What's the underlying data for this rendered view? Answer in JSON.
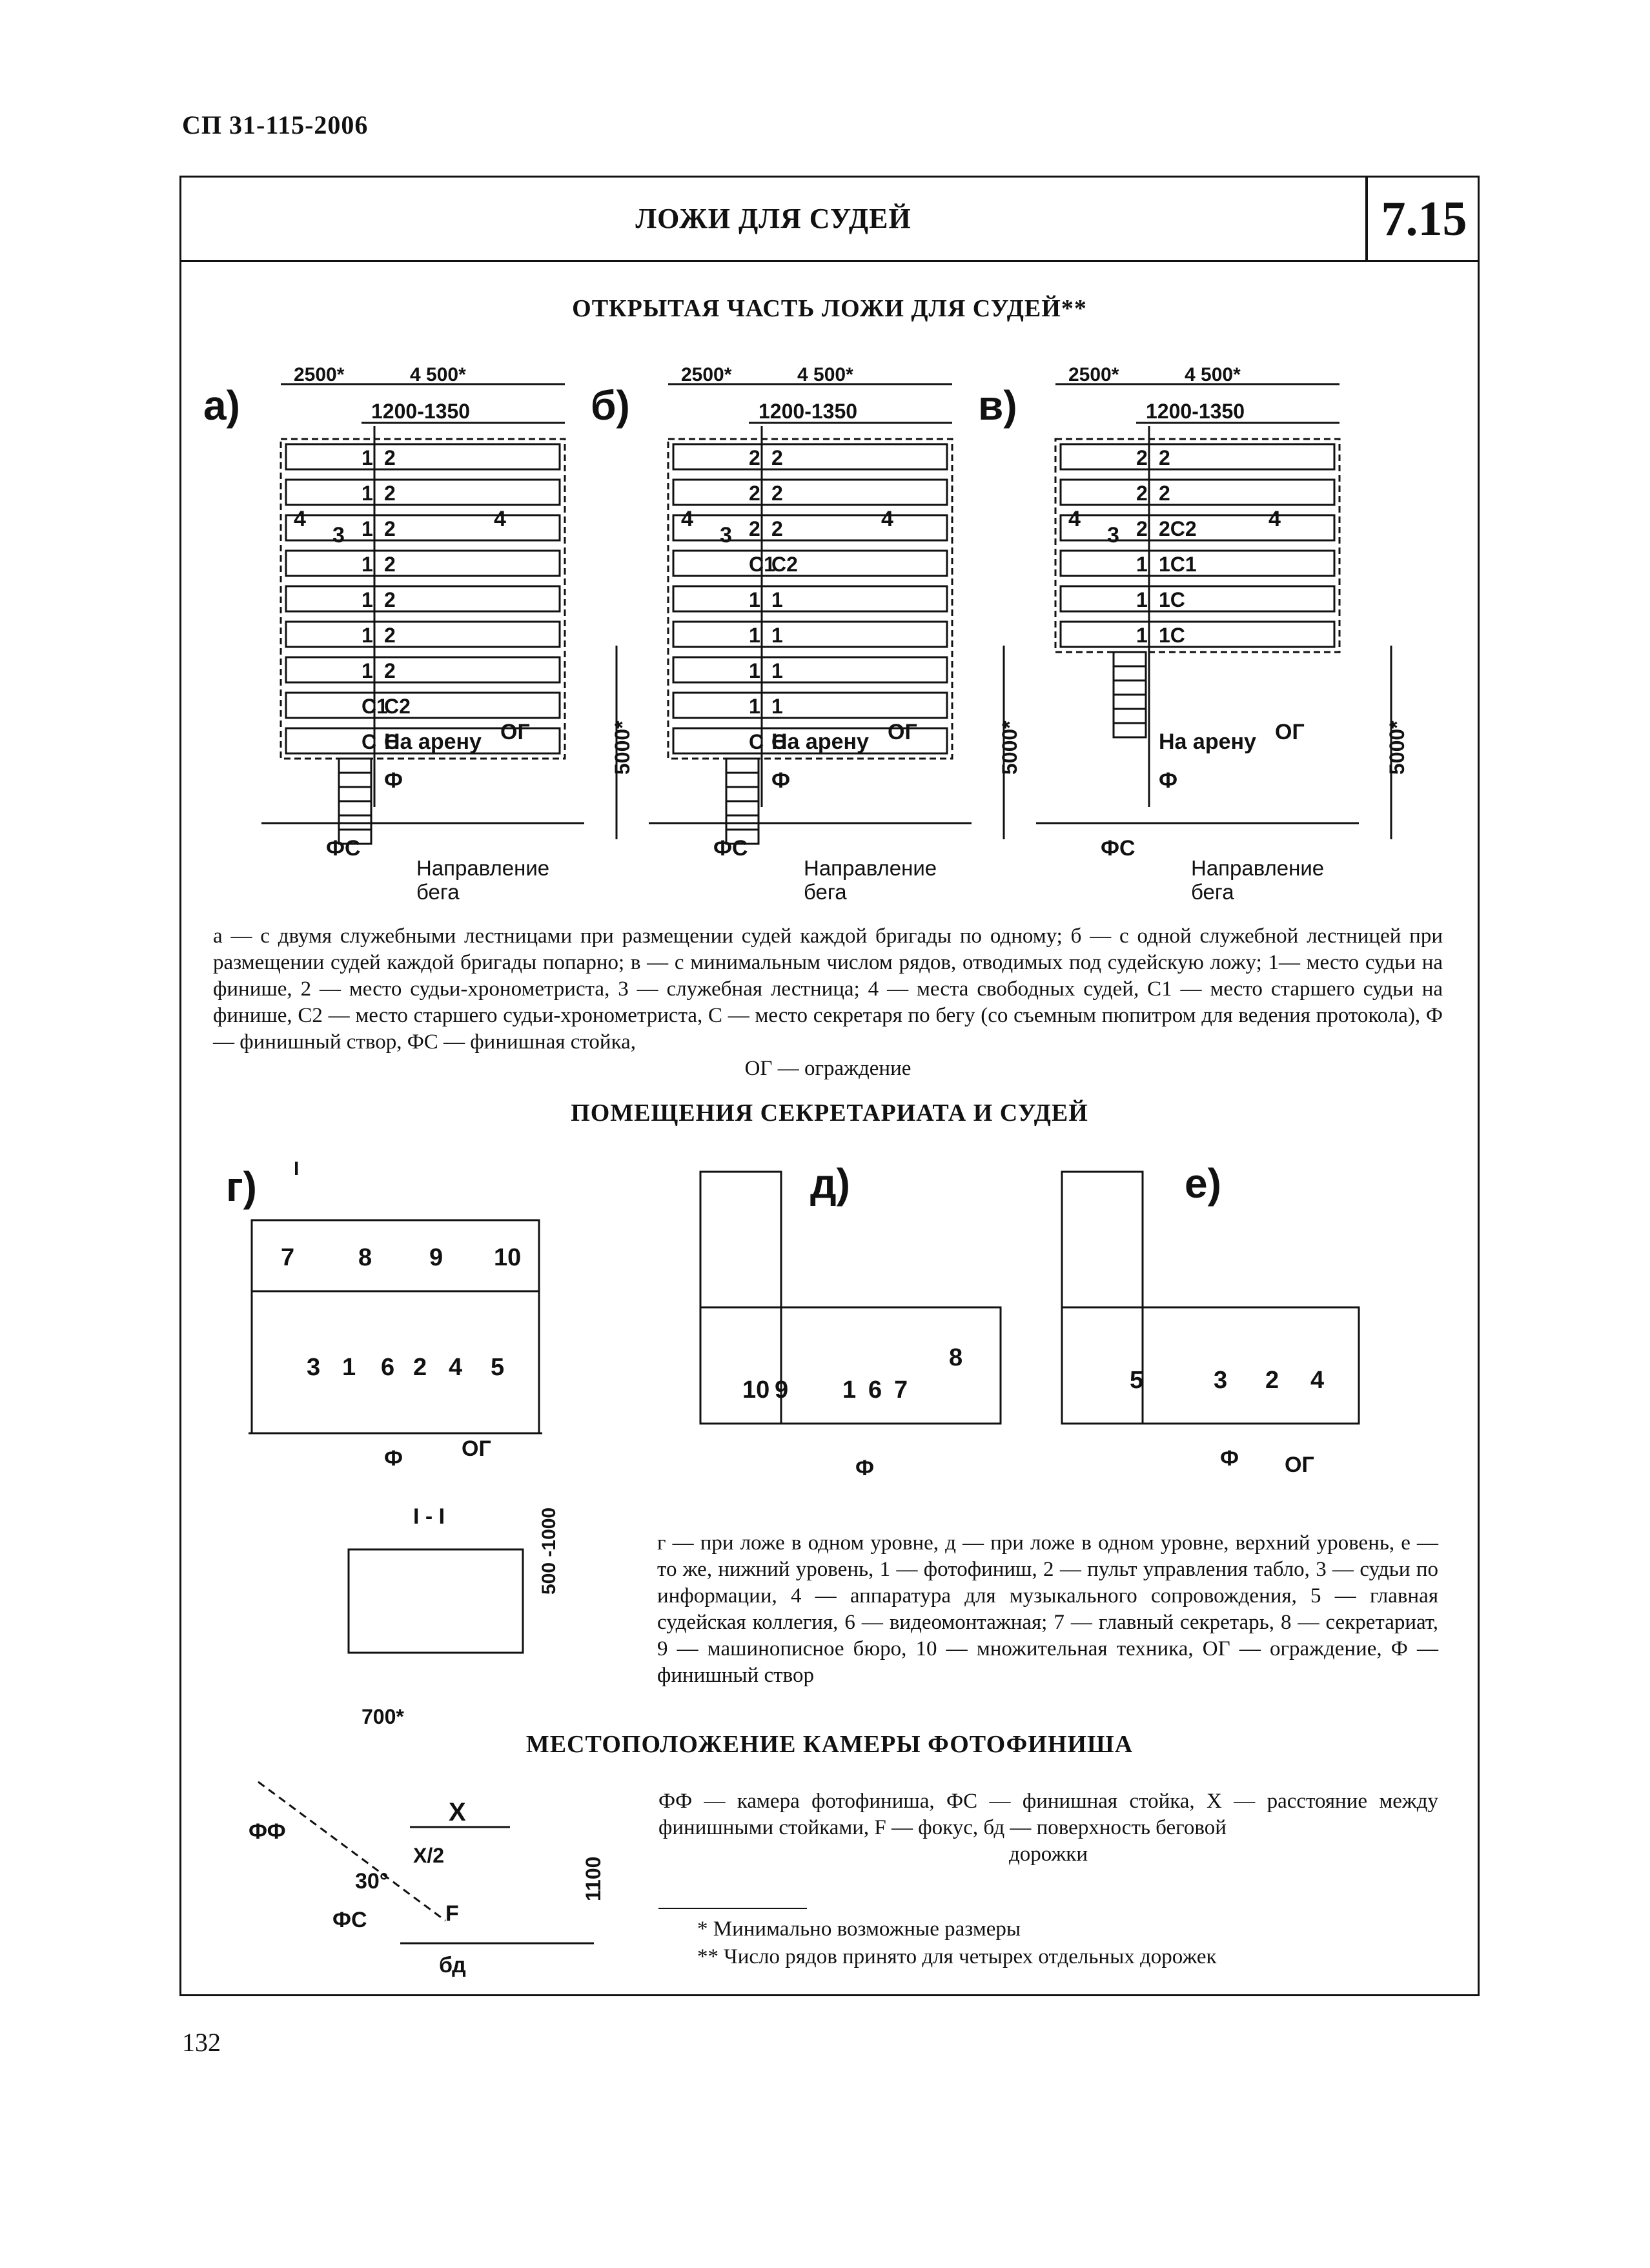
{
  "header": {
    "doc_code": "СП 31-115-2006",
    "title": "ЛОЖИ ДЛЯ СУДЕЙ",
    "section_number": "7.15"
  },
  "sections": {
    "open_box": "ОТКРЫТАЯ ЧАСТЬ ЛОЖИ ДЛЯ СУДЕЙ**",
    "rooms": "ПОМЕЩЕНИЯ СЕКРЕТАРИАТА И СУДЕЙ",
    "camera": "МЕСТОПОЛОЖЕНИЕ КАМЕРЫ ФОТОФИНИША"
  },
  "drawings": {
    "abv": {
      "labels": [
        "а)",
        "б)",
        "в)"
      ],
      "dim_top": "2500*",
      "dim_mid": "4 500*",
      "dim_seats": "1200-1350",
      "dim_height": "5000*",
      "arena": "На арену",
      "fence": "ОГ",
      "finish_line": "Ф",
      "finish_post": "ФС",
      "direction": [
        "Направление",
        "бега"
      ],
      "a_rows": [
        [
          "1",
          "2"
        ],
        [
          "1",
          "2"
        ],
        [
          "1",
          "2"
        ],
        [
          "1",
          "2"
        ],
        [
          "1",
          "2"
        ],
        [
          "1",
          "2"
        ],
        [
          "1",
          "2"
        ],
        [
          "С1",
          "С2"
        ],
        [
          "С",
          "С"
        ]
      ],
      "b_rows": [
        [
          "2",
          "2"
        ],
        [
          "2",
          "2"
        ],
        [
          "2",
          "2"
        ],
        [
          "С1",
          "С2"
        ],
        [
          "1",
          "1"
        ],
        [
          "1",
          "1"
        ],
        [
          "1",
          "1"
        ],
        [
          "1",
          "1"
        ],
        [
          "С",
          "С"
        ]
      ],
      "v_rows": [
        [
          "2",
          "2"
        ],
        [
          "2",
          "2"
        ],
        [
          "2",
          "2С2"
        ],
        [
          "1",
          "1С1"
        ],
        [
          "1",
          "1С"
        ],
        [
          "1",
          "1С"
        ]
      ],
      "side_labels": [
        "3",
        "4"
      ]
    },
    "g": {
      "label": "г)",
      "section_mark": "I",
      "upper": [
        "7",
        "8",
        "9",
        "10"
      ],
      "lower": [
        "3",
        "1",
        "6",
        "2",
        "4",
        "5"
      ],
      "fence": "ОГ",
      "finish": "Ф"
    },
    "d": {
      "label": "д)",
      "rooms": [
        "10",
        "9",
        "1",
        "6",
        "7",
        "8"
      ],
      "finish": "Ф"
    },
    "e": {
      "label": "е)",
      "rooms": [
        "5",
        "3",
        "2",
        "4"
      ],
      "finish": "Ф",
      "fence": "ОГ"
    },
    "section11": {
      "title": "I - I",
      "dim_h": "500 -1000",
      "dim_w": "700*"
    },
    "camera": {
      "cam": "ФФ",
      "x": "X",
      "x2": "X/2",
      "angle": "30°",
      "post": "ФС",
      "focus": "F",
      "track": "бд",
      "height": "1100"
    }
  },
  "captions": {
    "abv": "а — с двумя служебными лестницами при размещении судей каждой бригады по одному; б — с одной служебной лестницей при размещении судей каждой бригады попарно; в — с минимальным числом рядов, отводимых под судейскую ложу; 1— место судьи на финише, 2 — место судьи-хронометриста, 3 — служебная лестница; 4 — места свободных судей, С1 — место старшего судьи на финише, С2 — место старшего судьи-хронометриста, С — место секретаря по бегу (со съемным пюпитром для ведения протокола), Ф — финишный створ, ФС — финишная стойка,",
    "abv_last": "ОГ — ограждение",
    "rooms": "г — при ложе в одном уровне, д — при ложе в одном уровне, верхний уровень, е — то же, нижний уровень, 1 — фотофиниш, 2 — пульт управления табло, 3 — судьи по информации, 4 — аппаратура для музыкального сопровождения, 5 — главная судейская коллегия, 6 — видеомонтажная; 7 — главный секретарь, 8 — секретариат, 9 — машинописное бюро, 10 — множительная техника, ОГ — ограждение, Ф — финишный створ",
    "camera": "ФФ — камера фотофиниша, ФС — финишная стойка, X — расстояние между финишными стойками, F — фокус, бд — поверхность беговой",
    "camera_last": "дорожки"
  },
  "footnotes": [
    "* Минимально возможные размеры",
    "** Число рядов принято для четырех отдельных дорожек"
  ],
  "page_number": "132"
}
